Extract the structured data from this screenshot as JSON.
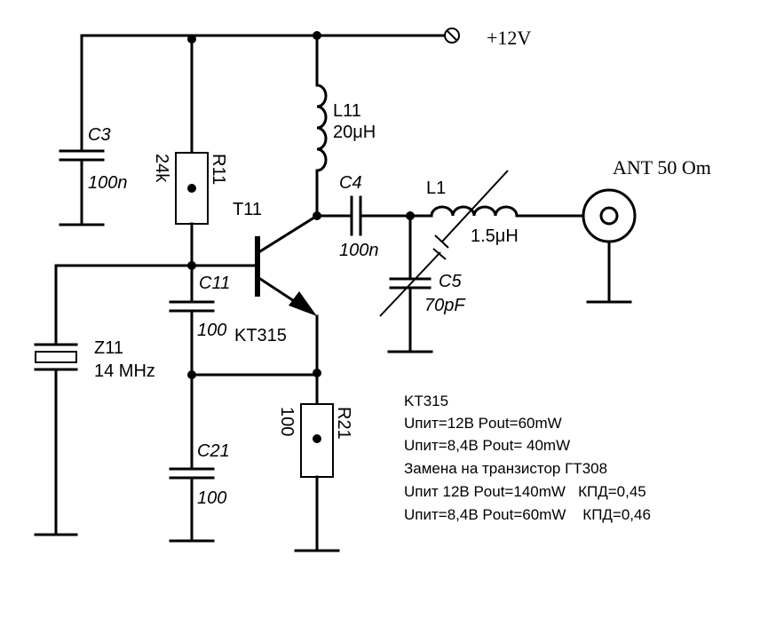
{
  "supply": {
    "label": "+12V"
  },
  "antenna": {
    "label": "ANT 50 Om"
  },
  "components": {
    "C3": {
      "ref": "C3",
      "value": "100n"
    },
    "R11": {
      "ref": "R11",
      "value": "24k"
    },
    "L11": {
      "ref": "L11",
      "value": "20μH"
    },
    "T11": {
      "ref": "T11",
      "type": "KT315"
    },
    "C4": {
      "ref": "C4",
      "value": "100n"
    },
    "L1": {
      "ref": "L1",
      "value": "1.5μH"
    },
    "C5": {
      "ref": "C5",
      "value": "70pF"
    },
    "C11": {
      "ref": "C11",
      "value": "100"
    },
    "Z11": {
      "ref": "Z11",
      "value": "14 MHz"
    },
    "C21": {
      "ref": "C21",
      "value": "100"
    },
    "R21": {
      "ref": "R21",
      "value": "100"
    }
  },
  "notes": [
    "KT315",
    "Uпит=12В Pout=60mW",
    "Uпит=8,4В Pout= 40mW",
    "Замена на транзистор ГТ308",
    "Uпит 12В Pout=140mW   КПД=0,45",
    "Uпит=8,4В Pout=60mW    КПД=0,46"
  ]
}
